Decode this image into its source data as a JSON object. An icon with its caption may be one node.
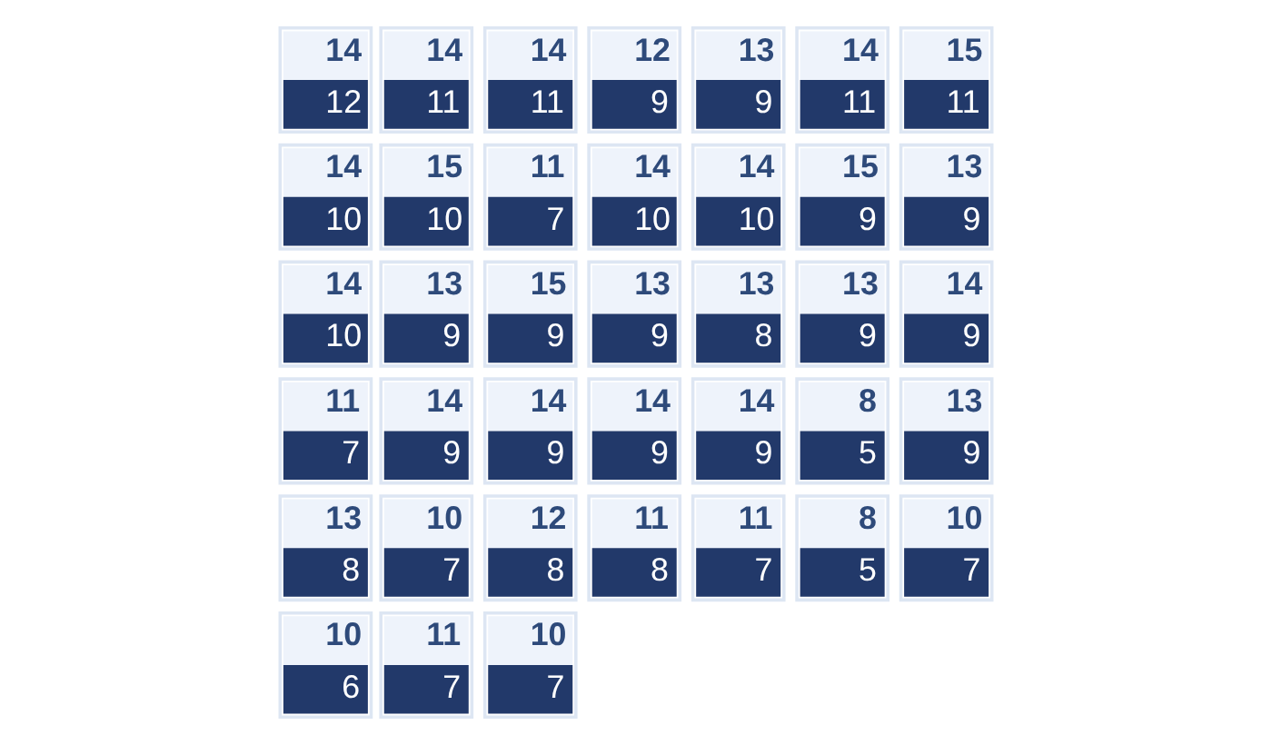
{
  "diagram": {
    "nodes": [
      {
        "text": [
          "14",
          "12"
        ]
      },
      {
        "text": [
          "14",
          "11"
        ]
      },
      {
        "text": [
          "14",
          "11"
        ]
      },
      {
        "text": [
          "12",
          "9"
        ]
      },
      {
        "text": [
          "13",
          "9"
        ]
      },
      {
        "text": [
          "14",
          "11"
        ]
      },
      {
        "text": [
          "15",
          "11"
        ]
      },
      {
        "text": [
          "14",
          "10"
        ]
      },
      {
        "text": [
          "15",
          "10"
        ]
      },
      {
        "text": [
          "11",
          "7"
        ]
      },
      {
        "text": [
          "14",
          "10"
        ]
      },
      {
        "text": [
          "14",
          "10"
        ]
      },
      {
        "text": [
          "15",
          "9"
        ]
      },
      {
        "text": [
          "13",
          "9"
        ]
      },
      {
        "text": [
          "14",
          "10"
        ]
      },
      {
        "text": [
          "13",
          "9"
        ]
      },
      {
        "text": [
          "15",
          "9"
        ]
      },
      {
        "text": [
          "13",
          "9"
        ]
      },
      {
        "text": [
          "13",
          "8"
        ]
      },
      {
        "text": [
          "13",
          "9"
        ]
      },
      {
        "text": [
          "14",
          "9"
        ]
      },
      {
        "text": [
          "11",
          "7"
        ]
      },
      {
        "text": [
          "14",
          "9"
        ]
      },
      {
        "text": [
          "14",
          "9"
        ]
      },
      {
        "text": [
          "14",
          "9"
        ]
      },
      {
        "text": [
          "14",
          "9"
        ]
      },
      {
        "text": [
          "8",
          "5"
        ]
      },
      {
        "text": [
          "13",
          "9"
        ]
      },
      {
        "text": [
          "13",
          "8"
        ]
      },
      {
        "text": [
          "10",
          "7"
        ]
      },
      {
        "text": [
          "12",
          "8"
        ]
      },
      {
        "text": [
          "11",
          "8"
        ]
      },
      {
        "text": [
          "11",
          "7"
        ]
      },
      {
        "text": [
          "8",
          "5"
        ]
      },
      {
        "text": [
          "10",
          "7"
        ]
      },
      {
        "text": [
          "10",
          "6"
        ]
      },
      {
        "text": [
          "11",
          "7"
        ]
      },
      {
        "text": [
          "10",
          "7"
        ]
      }
    ]
  }
}
